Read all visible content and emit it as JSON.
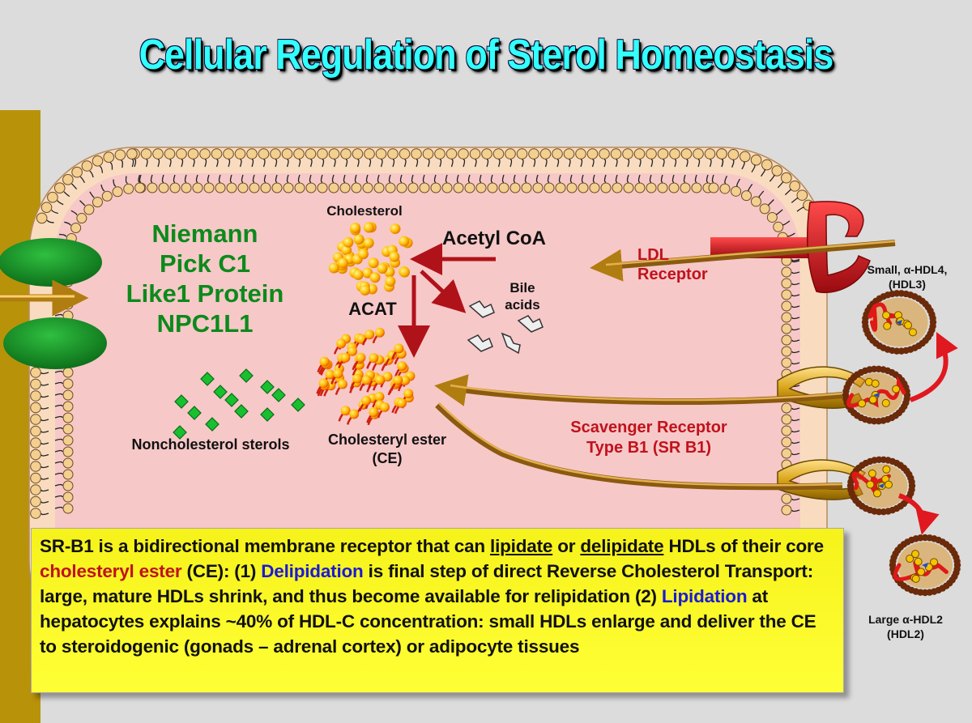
{
  "title": "Cellular Regulation of Sterol Homeostasis",
  "labels": {
    "npc_line1": "Niemann",
    "npc_line2": "Pick C1",
    "npc_line3": "Like1 Protein",
    "npc_line4": "NPC1L1",
    "cholesterol": "Cholesterol",
    "acetyl_coa": "Acetyl CoA",
    "bile_line1": "Bile",
    "bile_line2": "acids",
    "acat": "ACAT",
    "ce_line1": "Cholesteryl ester",
    "ce_line2": "(CE)",
    "noncholesterol": "Noncholesterol sterols",
    "ldl_line1": "LDL",
    "ldl_line2": "Receptor",
    "srb1_line1": "Scavenger Receptor",
    "srb1_line2": "Type B1 (SR B1)",
    "small_hdl_line1": "Small, α-HDL4,",
    "small_hdl_line2": "(HDL3)",
    "large_hdl_line1": "Large α-HDL2",
    "large_hdl_line2": "(HDL2)"
  },
  "info": {
    "p1": "SR-B1 is a bidirectional membrane receptor that can ",
    "lipidate": "lipidate",
    "p2": " or ",
    "delipidate": "delipidate",
    "p3": " HDLs of their core ",
    "ce": "cholesteryl ester",
    "p4": " (CE): (1) ",
    "delipidation": "Delipidation",
    "p5": " is final step of direct Reverse Cholesterol Transport: large, mature HDLs shrink, and thus become available for relipidation (2) ",
    "lipidation": "Lipidation",
    "p6": " at hepatocytes explains ~40% of HDL-C concentration: small HDLs enlarge and deliver the CE to steroidogenic (gonads – adrenal cortex) or adipocyte tissues"
  },
  "colors": {
    "title": "#33ffff",
    "cell_interior": "#f7c8c8",
    "membrane": "#f9dcc0",
    "npc_green": "#0f8a20",
    "receptor_red": "#c8141c",
    "info_box": "#ffff22",
    "left_bar": "#b8930a"
  }
}
